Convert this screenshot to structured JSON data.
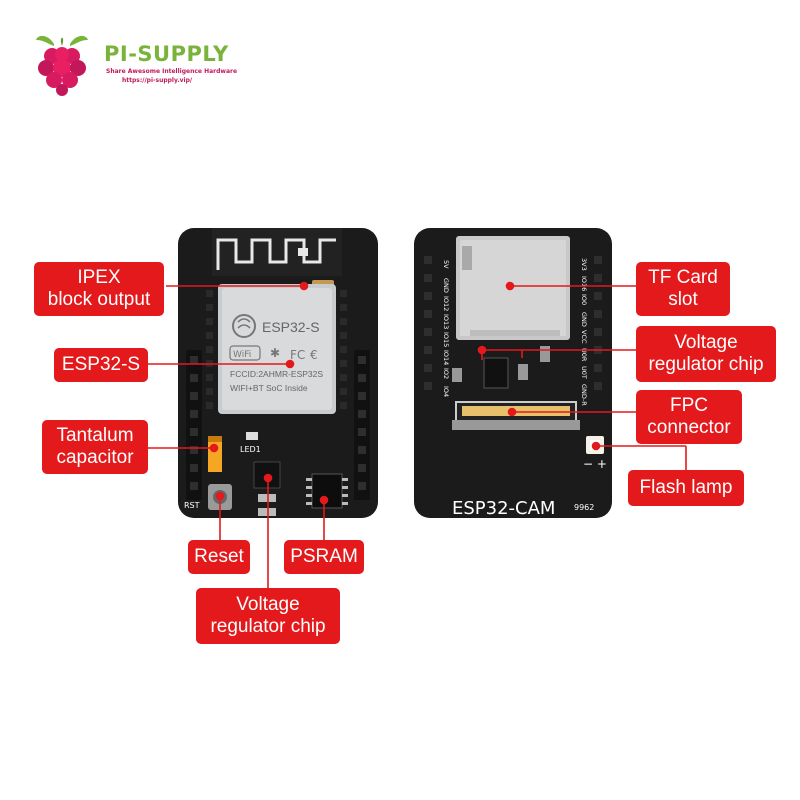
{
  "brand": {
    "name": "PI-SUPPLY",
    "tagline": "Share Awesome Intelligence Hardware",
    "url": "https://pi-supply.vip/"
  },
  "colors": {
    "label_bg": "#e3191c",
    "label_text": "#ffffff",
    "pcb": "#1a1a1a",
    "brand_green": "#7ab33a",
    "brand_magenta": "#c2185b"
  },
  "callouts": {
    "ipex": "IPEX\nblock output",
    "esp32s": "ESP32-S",
    "tantalum": "Tantalum\ncapacitor",
    "reset": "Reset",
    "psram": "PSRAM",
    "voltage_front": "Voltage\nregulator chip",
    "tf_card": "TF Card\nslot",
    "voltage_back": "Voltage\nregulator chip",
    "fpc": "FPC\nconnector",
    "flash": "Flash lamp"
  },
  "front_board": {
    "module_name": "ESP32-S",
    "fcc_line": "FCCID:2AHMR-ESP32S",
    "wifi_line": "WIFI+BT SoC Inside",
    "led_label": "LED1",
    "rst_label": "RST"
  },
  "back_board": {
    "board_name": "ESP32-CAM",
    "code": "9962",
    "pins_left": [
      "5V",
      "GND",
      "IO12",
      "IO13",
      "IO15",
      "IO14",
      "IO2",
      "IO4"
    ],
    "pins_right": [
      "3V3",
      "IO16",
      "IO0",
      "GND",
      "VCC",
      "U0R",
      "U0T",
      "GND-R"
    ]
  }
}
